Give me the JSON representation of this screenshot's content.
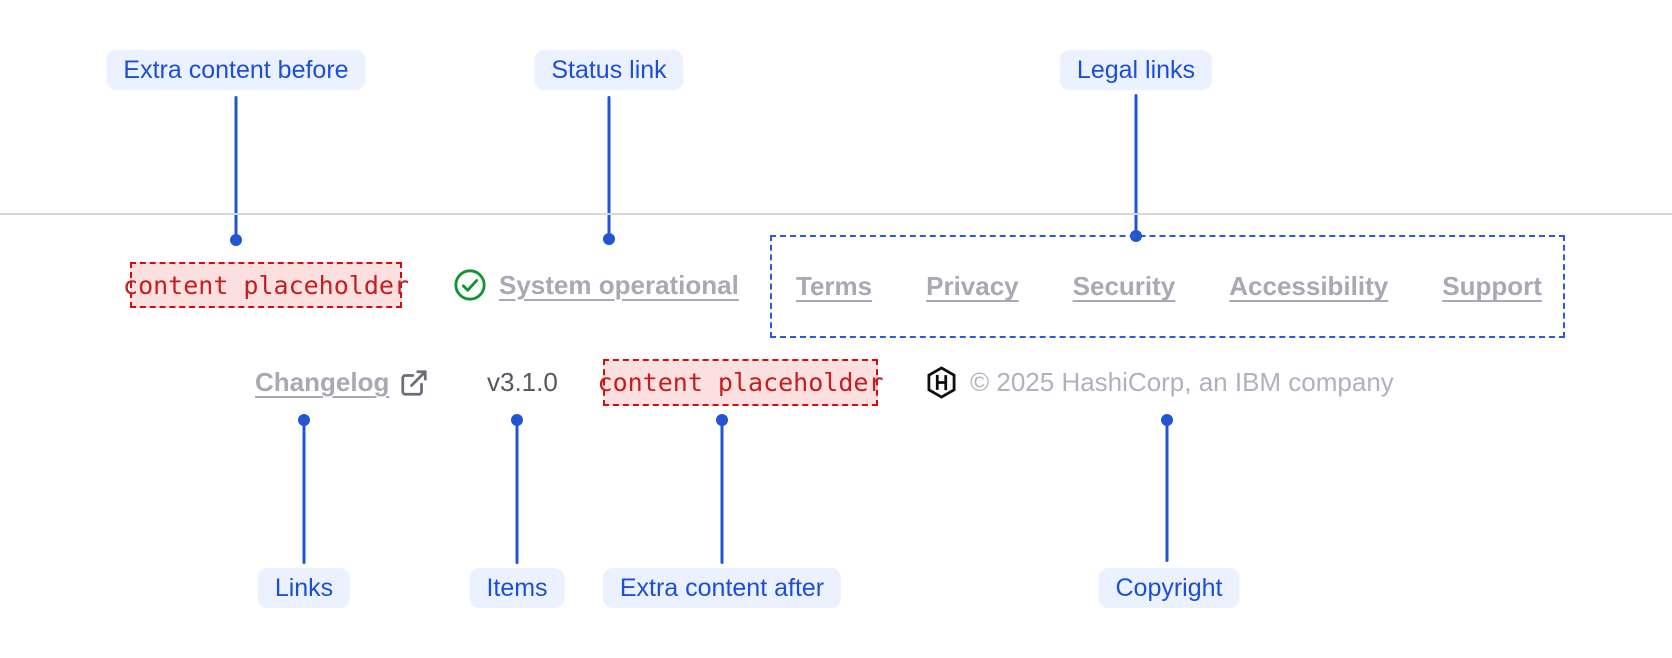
{
  "annotations": {
    "extra_content_before": "Extra content before",
    "status_link": "Status link",
    "legal_links": "Legal links",
    "links": "Links",
    "items": "Items",
    "extra_content_after": "Extra content after",
    "copyright": "Copyright"
  },
  "footer": {
    "extra_content_before_placeholder": "content placeholder",
    "status": {
      "label": "System operational",
      "icon": "check-circle-icon"
    },
    "legal": {
      "links": [
        "Terms",
        "Privacy",
        "Security",
        "Accessibility",
        "Support"
      ]
    },
    "links": {
      "changelog": "Changelog",
      "external_icon": "external-link-icon"
    },
    "items": {
      "version": "v3.1.0"
    },
    "extra_content_after_placeholder": "content placeholder",
    "copyright": {
      "logo_icon": "hashicorp-logo-icon",
      "text": "© 2025 HashiCorp, an IBM company"
    }
  },
  "colors": {
    "annotation_blue_text": "#1d4fd6",
    "annotation_pill_bg": "#ebf1fe",
    "connector_blue": "#2254d3",
    "legal_outline_blue": "#2b5ade",
    "placeholder_border_red": "#d40e0e",
    "placeholder_text_red": "#c41e1e",
    "placeholder_bg_pink": "#fcdfdf",
    "status_green": "#119330",
    "muted_link_gray": "#aaa8b5",
    "version_gray": "#55585e",
    "copyright_gray": "#b2b0bd",
    "divider_gray": "#d8d6dd"
  }
}
